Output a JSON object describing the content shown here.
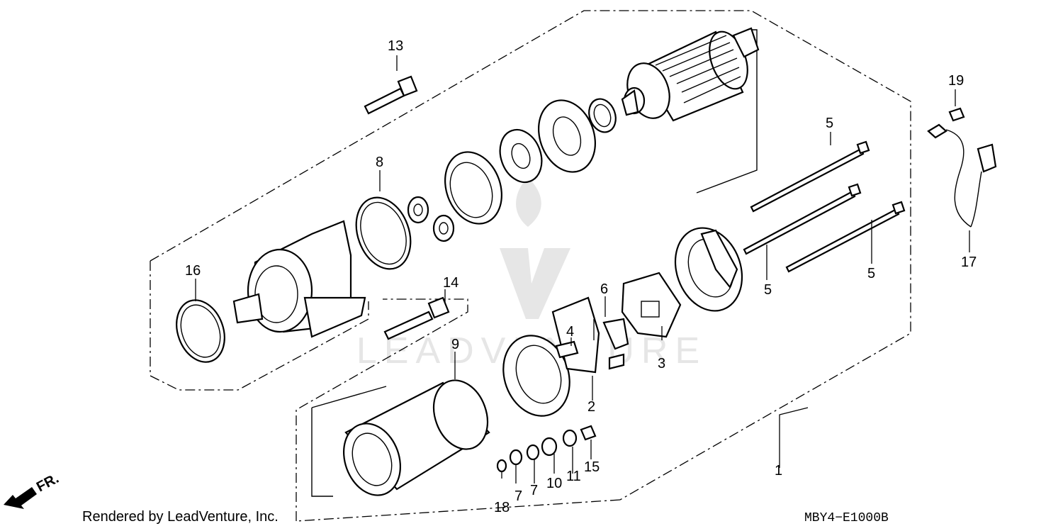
{
  "diagram": {
    "callouts": [
      "1",
      "2",
      "3",
      "4",
      "5",
      "5",
      "5",
      "6",
      "7",
      "7",
      "8",
      "9",
      "10",
      "11",
      "13",
      "14",
      "15",
      "16",
      "17",
      "18",
      "19"
    ],
    "watermark": "LEADVENTURE",
    "direction_label": "FR.",
    "footer_credit": "Rendered by LeadVenture, Inc.",
    "diagram_code": "MBY4−E1000B"
  }
}
